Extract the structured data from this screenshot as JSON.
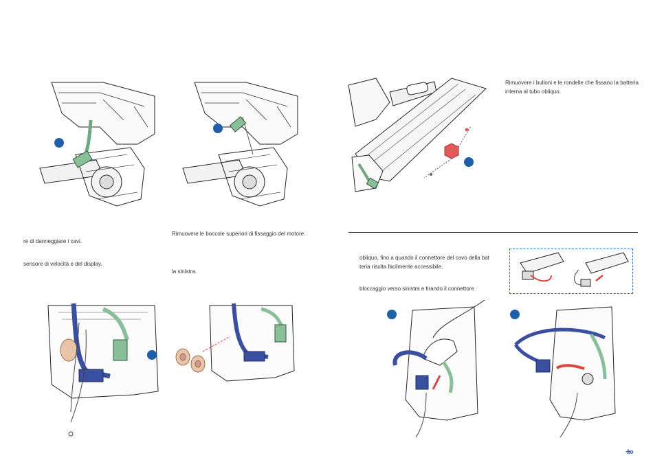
{
  "texts": {
    "right_top": [
      "Rimuovere i bulloni e le rondelle che fissano la batteria",
      "interna al tubo obliquo."
    ],
    "left_a": [
      "re di danneggiare i cavi.",
      "sensore di velocità e del display."
    ],
    "mid_a": [
      "Rimuovere le boccole superiori di fissaggio del motore.",
      "la sinistra."
    ],
    "right_b": [
      "obliquo, fino a quando il connettore del cavo della bat",
      "teria risulta facilmente accessibile.",
      "bloccaggio verso sinistra e tirando il connettore."
    ]
  },
  "colors": {
    "step_dot": "#1f5fa8",
    "cable_green": "#8bbf9a",
    "cable_blue": "#3a4fa0",
    "arrow_red": "#d8473f",
    "bushing": "#e8c4a8"
  },
  "icons": {
    "next_page": "double-chevron-right-icon"
  }
}
